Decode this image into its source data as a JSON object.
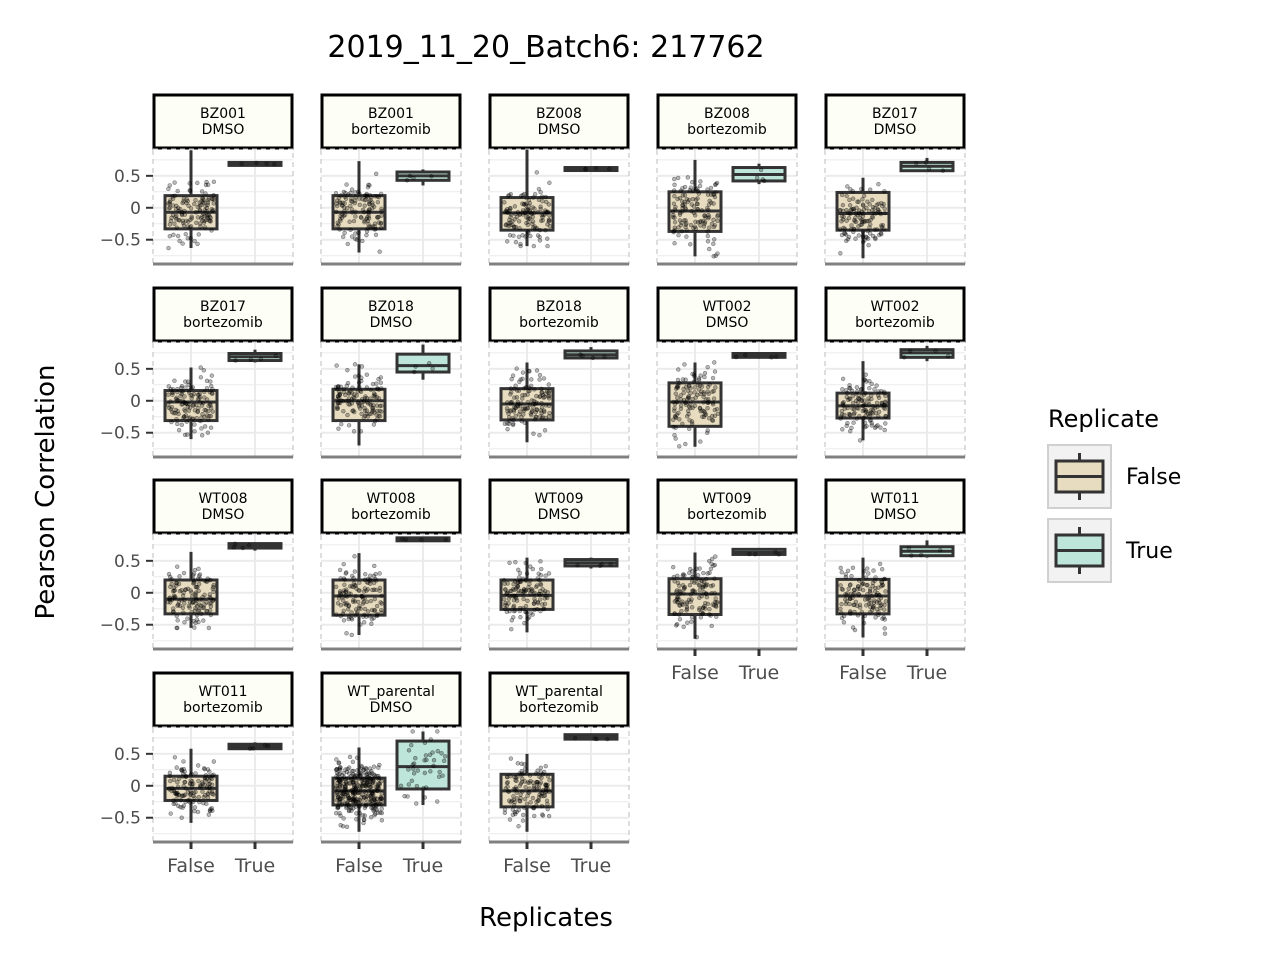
{
  "chart_data": {
    "type": "boxplot",
    "title": "2019_11_20_Batch6: 217762",
    "xlabel": "Replicates",
    "ylabel": "Pearson Correlation",
    "categories": [
      "False",
      "True"
    ],
    "yticks": [
      {
        "value": 0.5,
        "label": "0.5"
      },
      {
        "value": 0,
        "label": "0"
      },
      {
        "value": -0.5,
        "label": "−0.5"
      }
    ],
    "ylim": [
      -0.88,
      0.92
    ],
    "legend": {
      "title": "Replicate",
      "position": "right",
      "items": [
        {
          "label": "False",
          "color": "#e8dcc0"
        },
        {
          "label": "True",
          "color": "#bde5d9"
        }
      ]
    },
    "colors": {
      "strip_fill": "#fdfef5",
      "grid": "#ebebeb",
      "box_stroke": "#333333"
    },
    "panels": [
      {
        "line1": "BZ001",
        "line2": "DMSO",
        "false": {
          "q1": -0.33,
          "median": -0.07,
          "q3": 0.19,
          "wmin": -0.63,
          "wmax": 0.9,
          "n": 130,
          "spread": 0.33
        },
        "true": {
          "q1": 0.68,
          "median": 0.69,
          "q3": 0.71,
          "wmin": 0.67,
          "wmax": 0.72,
          "color": "#bde5d9"
        }
      },
      {
        "line1": "BZ001",
        "line2": "bortezomib",
        "false": {
          "q1": -0.33,
          "median": -0.07,
          "q3": 0.19,
          "wmin": -0.7,
          "wmax": 0.73,
          "n": 130,
          "spread": 0.32
        },
        "true": {
          "q1": 0.43,
          "median": 0.5,
          "q3": 0.56,
          "wmin": 0.35,
          "wmax": 0.6,
          "color": "#bde5d9"
        }
      },
      {
        "line1": "BZ008",
        "line2": "DMSO",
        "false": {
          "q1": -0.35,
          "median": -0.08,
          "q3": 0.16,
          "wmin": -0.6,
          "wmax": 0.91,
          "n": 130,
          "spread": 0.32
        },
        "true": {
          "q1": 0.6,
          "median": 0.61,
          "q3": 0.63,
          "wmin": 0.59,
          "wmax": 0.64,
          "color": "#bde5d9"
        }
      },
      {
        "line1": "BZ008",
        "line2": "bortezomib",
        "false": {
          "q1": -0.37,
          "median": -0.05,
          "q3": 0.25,
          "wmin": -0.76,
          "wmax": 0.75,
          "n": 130,
          "spread": 0.36
        },
        "true": {
          "q1": 0.42,
          "median": 0.52,
          "q3": 0.63,
          "wmin": 0.37,
          "wmax": 0.69,
          "color": "#bde5d9"
        }
      },
      {
        "line1": "BZ017",
        "line2": "DMSO",
        "false": {
          "q1": -0.35,
          "median": -0.09,
          "q3": 0.24,
          "wmin": -0.79,
          "wmax": 0.47,
          "n": 130,
          "spread": 0.32
        },
        "true": {
          "q1": 0.58,
          "median": 0.65,
          "q3": 0.71,
          "wmin": 0.56,
          "wmax": 0.78,
          "color": "#bde5d9"
        }
      },
      {
        "line1": "BZ017",
        "line2": "bortezomib",
        "false": {
          "q1": -0.31,
          "median": -0.02,
          "q3": 0.16,
          "wmin": -0.6,
          "wmax": 0.52,
          "n": 130,
          "spread": 0.3
        },
        "true": {
          "q1": 0.63,
          "median": 0.69,
          "q3": 0.74,
          "wmin": 0.6,
          "wmax": 0.8,
          "color": "#bde5d9"
        }
      },
      {
        "line1": "BZ018",
        "line2": "DMSO",
        "false": {
          "q1": -0.31,
          "median": 0.0,
          "q3": 0.18,
          "wmin": -0.7,
          "wmax": 0.57,
          "n": 130,
          "spread": 0.3
        },
        "true": {
          "q1": 0.45,
          "median": 0.55,
          "q3": 0.73,
          "wmin": 0.33,
          "wmax": 0.88,
          "color": "#bde5d9"
        }
      },
      {
        "line1": "BZ018",
        "line2": "bortezomib",
        "false": {
          "q1": -0.3,
          "median": -0.05,
          "q3": 0.19,
          "wmin": -0.65,
          "wmax": 0.6,
          "n": 130,
          "spread": 0.31
        },
        "true": {
          "q1": 0.67,
          "median": 0.72,
          "q3": 0.78,
          "wmin": 0.65,
          "wmax": 0.84,
          "color": "#bde5d9"
        }
      },
      {
        "line1": "WT002",
        "line2": "DMSO",
        "false": {
          "q1": -0.4,
          "median": -0.02,
          "q3": 0.28,
          "wmin": -0.72,
          "wmax": 0.6,
          "n": 130,
          "spread": 0.36
        },
        "true": {
          "q1": 0.68,
          "median": 0.71,
          "q3": 0.74,
          "wmin": 0.66,
          "wmax": 0.76,
          "color": "#bde5d9"
        }
      },
      {
        "line1": "WT002",
        "line2": "bortezomib",
        "false": {
          "q1": -0.27,
          "median": -0.08,
          "q3": 0.12,
          "wmin": -0.62,
          "wmax": 0.62,
          "n": 130,
          "spread": 0.28
        },
        "true": {
          "q1": 0.68,
          "median": 0.75,
          "q3": 0.8,
          "wmin": 0.62,
          "wmax": 0.86,
          "color": "#bde5d9"
        }
      },
      {
        "line1": "WT008",
        "line2": "DMSO",
        "false": {
          "q1": -0.33,
          "median": -0.1,
          "q3": 0.2,
          "wmin": -0.55,
          "wmax": 0.64,
          "n": 130,
          "spread": 0.3
        },
        "true": {
          "q1": 0.7,
          "median": 0.73,
          "q3": 0.77,
          "wmin": 0.66,
          "wmax": 0.79,
          "color": "#bde5d9"
        }
      },
      {
        "line1": "WT008",
        "line2": "bortezomib",
        "false": {
          "q1": -0.35,
          "median": -0.05,
          "q3": 0.2,
          "wmin": -0.66,
          "wmax": 0.62,
          "n": 130,
          "spread": 0.33
        },
        "true": {
          "q1": 0.83,
          "median": 0.84,
          "q3": 0.86,
          "wmin": 0.82,
          "wmax": 0.87,
          "color": "#bde5d9"
        }
      },
      {
        "line1": "WT009",
        "line2": "DMSO",
        "false": {
          "q1": -0.26,
          "median": -0.04,
          "q3": 0.2,
          "wmin": -0.62,
          "wmax": 0.55,
          "n": 130,
          "spread": 0.3
        },
        "true": {
          "q1": 0.42,
          "median": 0.47,
          "q3": 0.52,
          "wmin": 0.38,
          "wmax": 0.55,
          "color": "#bde5d9"
        }
      },
      {
        "line1": "WT009",
        "line2": "bortezomib",
        "false": {
          "q1": -0.34,
          "median": -0.02,
          "q3": 0.22,
          "wmin": -0.72,
          "wmax": 0.63,
          "n": 130,
          "spread": 0.33
        },
        "true": {
          "q1": 0.6,
          "median": 0.63,
          "q3": 0.68,
          "wmin": 0.58,
          "wmax": 0.7,
          "color": "#bde5d9"
        }
      },
      {
        "line1": "WT011",
        "line2": "DMSO",
        "false": {
          "q1": -0.33,
          "median": -0.05,
          "q3": 0.21,
          "wmin": -0.7,
          "wmax": 0.55,
          "n": 130,
          "spread": 0.32
        },
        "true": {
          "q1": 0.58,
          "median": 0.65,
          "q3": 0.72,
          "wmin": 0.55,
          "wmax": 0.82,
          "color": "#bde5d9"
        }
      },
      {
        "line1": "WT011",
        "line2": "bortezomib",
        "false": {
          "q1": -0.23,
          "median": -0.04,
          "q3": 0.15,
          "wmin": -0.58,
          "wmax": 0.58,
          "n": 130,
          "spread": 0.27
        },
        "true": {
          "q1": 0.58,
          "median": 0.62,
          "q3": 0.65,
          "wmin": 0.56,
          "wmax": 0.68,
          "color": "#bde5d9"
        }
      },
      {
        "line1": "WT_parental",
        "line2": "DMSO",
        "false": {
          "q1": -0.3,
          "median": -0.08,
          "q3": 0.12,
          "wmin": -0.72,
          "wmax": 0.6,
          "n": 320,
          "spread": 0.29
        },
        "true": {
          "q1": -0.05,
          "median": 0.3,
          "q3": 0.7,
          "wmin": -0.3,
          "wmax": 0.85,
          "color": "#bde5d9",
          "n": 40,
          "spread": 0.4
        }
      },
      {
        "line1": "WT_parental",
        "line2": "bortezomib",
        "false": {
          "q1": -0.33,
          "median": -0.08,
          "q3": 0.18,
          "wmin": -0.72,
          "wmax": 0.5,
          "n": 130,
          "spread": 0.32
        },
        "true": {
          "q1": 0.73,
          "median": 0.77,
          "q3": 0.8,
          "wmin": 0.72,
          "wmax": 0.82,
          "color": "#bde5d9"
        }
      }
    ]
  }
}
